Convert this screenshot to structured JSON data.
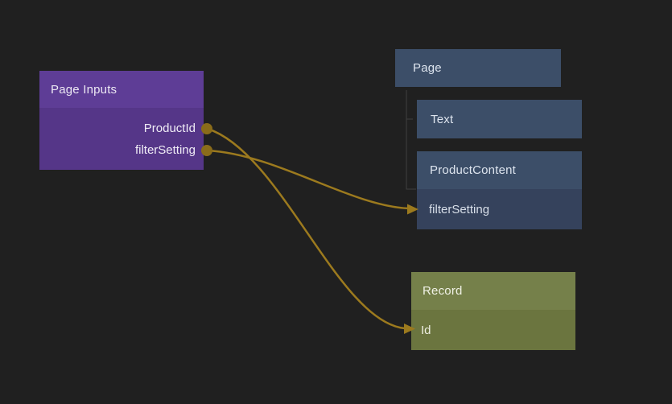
{
  "canvas": {
    "background": "#202020"
  },
  "colors": {
    "connection": "#9c7a1e",
    "port": "#8a6c1a",
    "tree_line": "#3f3f3f",
    "purple_header": "#5e3d96",
    "purple_body": "#553688",
    "blue_header": "#3c4e68",
    "blue_row": "#35425c",
    "olive_header": "#75804a",
    "olive_row": "#6b753f"
  },
  "page_inputs": {
    "title": "Page Inputs",
    "outputs": [
      {
        "label": "ProductId"
      },
      {
        "label": "filterSetting"
      }
    ]
  },
  "page_tree": {
    "page": {
      "title": "Page"
    },
    "text": {
      "title": "Text"
    },
    "product_content": {
      "title": "ProductContent",
      "fields": [
        {
          "label": "filterSetting"
        }
      ]
    }
  },
  "record": {
    "title": "Record",
    "fields": [
      {
        "label": "Id"
      }
    ]
  },
  "connections": [
    {
      "from": "Page Inputs.ProductId",
      "to": "Record.Id"
    },
    {
      "from": "Page Inputs.filterSetting",
      "to": "ProductContent.filterSetting"
    }
  ]
}
